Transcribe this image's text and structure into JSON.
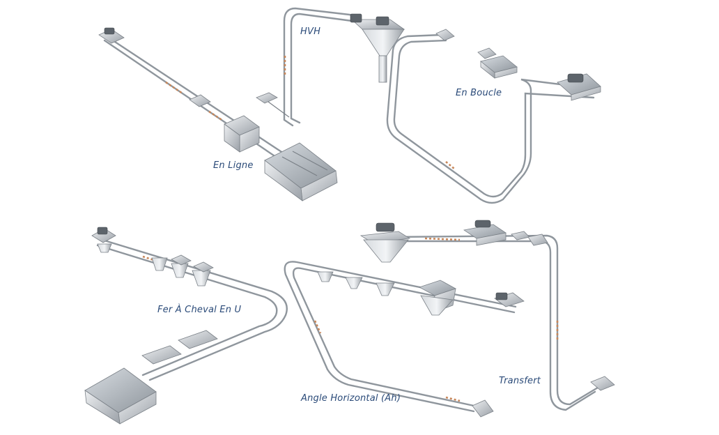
{
  "colors": {
    "label": "#2a4a78",
    "tube": "#8f969d",
    "tube_light": "#dde1e5",
    "metal": "#c9cdd2",
    "metal_dark": "#7a8087",
    "accent": "#c8875a"
  },
  "labels": {
    "en_ligne": "En Ligne",
    "hvh": "HVH",
    "en_boucle": "En Boucle",
    "fer_a_cheval": "Fer À Cheval En U",
    "angle_horizontal": "Angle Horizontal (Ah)",
    "transfert": "Transfert"
  }
}
